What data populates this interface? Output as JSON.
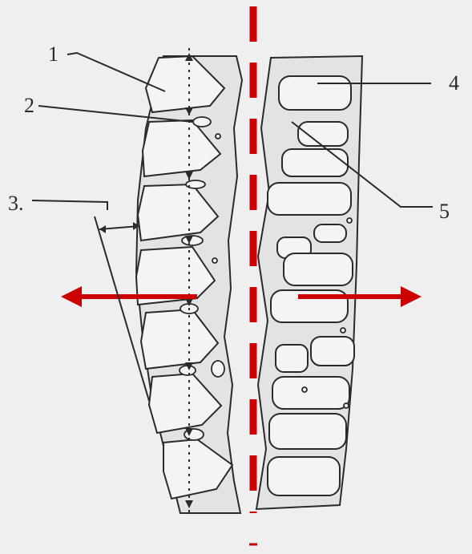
{
  "labels": {
    "one": "1",
    "two": "2",
    "three": "3.",
    "four": "4",
    "five": "5"
  },
  "colors": {
    "background": "#efefef",
    "ink": "#2a2a2a",
    "stipple_fill": "#e3e3e3",
    "cell_fill": "#f4f4f4",
    "axis_and_arrows": "#cc0000"
  },
  "icons": {
    "left_arrow": "arrow-left-icon",
    "right_arrow": "arrow-right-icon"
  }
}
